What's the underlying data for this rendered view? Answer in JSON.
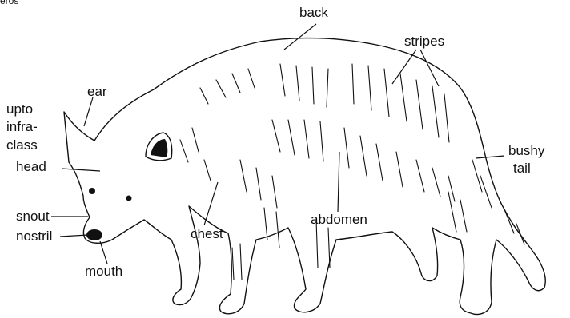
{
  "corner_text": "eros",
  "labels": {
    "back": "back",
    "stripes": "stripes",
    "ear": "ear",
    "upto": "upto",
    "infra": "infra-",
    "class": "class",
    "head": "head",
    "snout": "snout",
    "nostril": "nostril",
    "mouth": "mouth",
    "chest": "chest",
    "abdomen": "abdomen",
    "bushy": "bushy",
    "tail": "tail"
  },
  "colors": {
    "ink": "#111111",
    "background": "#ffffff"
  }
}
